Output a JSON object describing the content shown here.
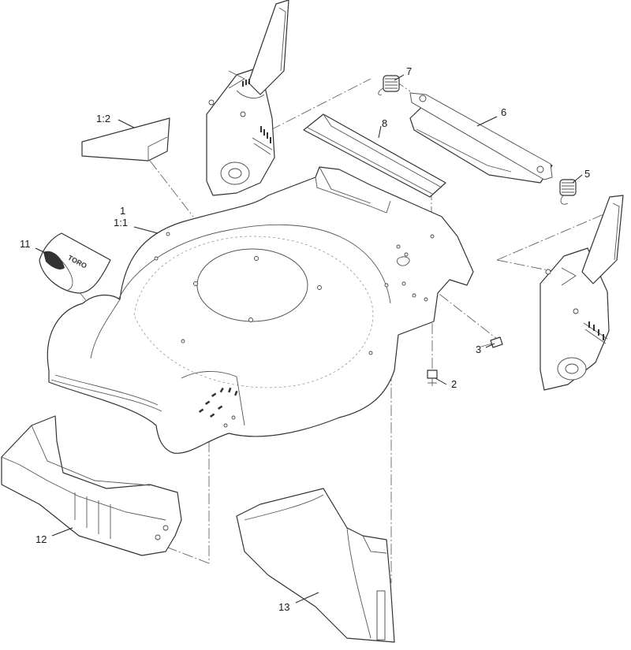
{
  "diagram": {
    "callouts": [
      {
        "id": "c1",
        "text": "1"
      },
      {
        "id": "c1_1",
        "text": "1:1"
      },
      {
        "id": "c1_2",
        "text": "1:2"
      },
      {
        "id": "c2",
        "text": "2"
      },
      {
        "id": "c3",
        "text": "3"
      },
      {
        "id": "c5",
        "text": "5"
      },
      {
        "id": "c6",
        "text": "6"
      },
      {
        "id": "c7",
        "text": "7"
      },
      {
        "id": "c8",
        "text": "8"
      },
      {
        "id": "c11",
        "text": "11"
      },
      {
        "id": "c12",
        "text": "12"
      },
      {
        "id": "c13",
        "text": "13"
      }
    ],
    "logo_text": "TORO",
    "colors": {
      "line": "#333333",
      "phantom": "#666666",
      "background": "#ffffff"
    }
  }
}
